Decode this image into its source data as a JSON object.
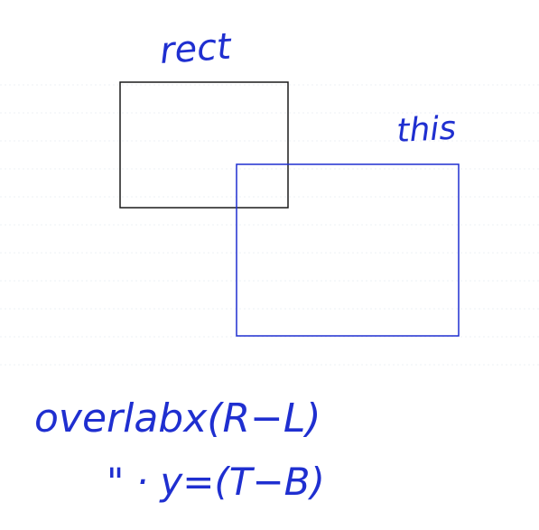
{
  "colors": {
    "paper": "#ffffff",
    "rule_lines": "#eef1f5",
    "black_ink": "#1a1a1a",
    "blue_ink": "#1f2fd0"
  },
  "labels": {
    "rect": "rect",
    "this": "this"
  },
  "notes": {
    "line1": "overlabx(R−L)",
    "line2": "\"  ·  y=(T−B)"
  }
}
